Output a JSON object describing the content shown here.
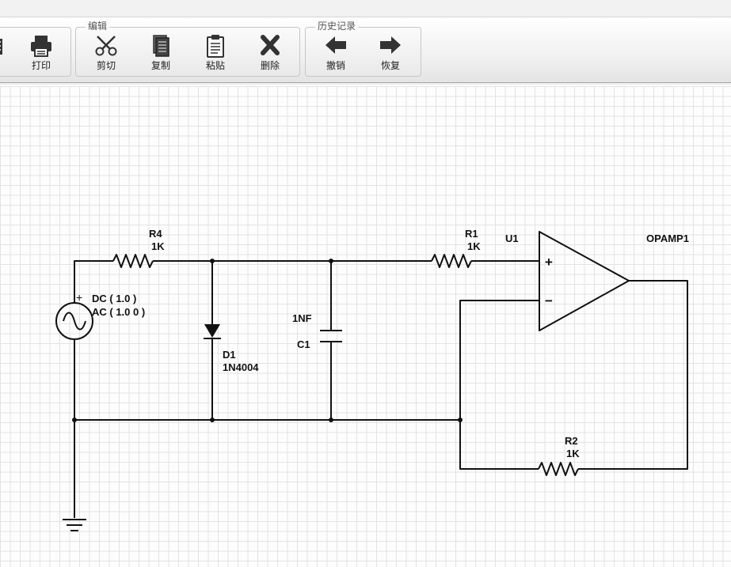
{
  "toolbar": {
    "groups": [
      {
        "title": ""
      },
      {
        "title": "编辑"
      },
      {
        "title": "历史记录"
      }
    ],
    "buttons": {
      "print": "打印",
      "cut": "剪切",
      "copy": "复制",
      "paste": "粘贴",
      "delete": "删除",
      "undo": "撤销",
      "redo": "恢复"
    }
  },
  "schematic": {
    "source": {
      "dc": "DC ( 1.0 )",
      "ac": "AC ( 1.0 0 )",
      "plus": "+"
    },
    "r4": {
      "name": "R4",
      "value": "1K"
    },
    "r1": {
      "name": "R1",
      "value": "1K"
    },
    "r2": {
      "name": "R2",
      "value": "1K"
    },
    "d1": {
      "name": "D1",
      "value": "1N4004"
    },
    "c1": {
      "name": "C1",
      "value": "1NF"
    },
    "u1": {
      "name": "U1",
      "model": "OPAMP1",
      "plus": "+",
      "minus": "−"
    }
  }
}
